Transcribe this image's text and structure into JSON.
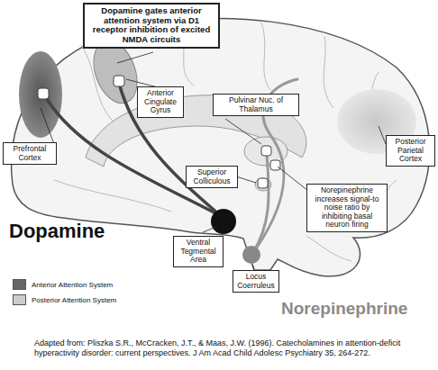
{
  "diagram": {
    "caption": "Adapted from: Pliszka S.R., McCracken, J.T., & Maas, J.W. (1996). Catecholamines in attention-deficit hyperactivity disorder: current perspectives. J Am Acad Child Adolesc Psychiatry 35, 264-272.",
    "nodes": [
      {
        "text": [
          "Dopamine gates anterior attention system via D1 receptor inhibition of excited NMDA circuits"
        ]
      },
      {
        "text": [
          "Prefrontal Cortex"
        ]
      },
      {
        "text": [
          "Anterior Cingulate Gyrus"
        ]
      },
      {
        "text": [
          "Pulvinar Nuc. of Thalamus"
        ]
      },
      {
        "text": [
          "Posterior Parietal Cortex"
        ]
      },
      {
        "text": [
          "Superior Colliculous"
        ]
      },
      {
        "text": [
          "Norepinephrine increases signal-to noise ratio by inhibiting basal neuron firing"
        ]
      },
      {
        "text": [
          "Ventral Tegmental Area"
        ]
      },
      {
        "text": [
          "Locus Coerruleus"
        ]
      }
    ],
    "labels": [
      "Dopamine",
      "Norepinephrine"
    ],
    "legend": [
      {
        "text": "Anterior Attention System",
        "color": "#666666"
      },
      {
        "text": "Posterior Attention System",
        "color": "#cccccc"
      }
    ]
  }
}
